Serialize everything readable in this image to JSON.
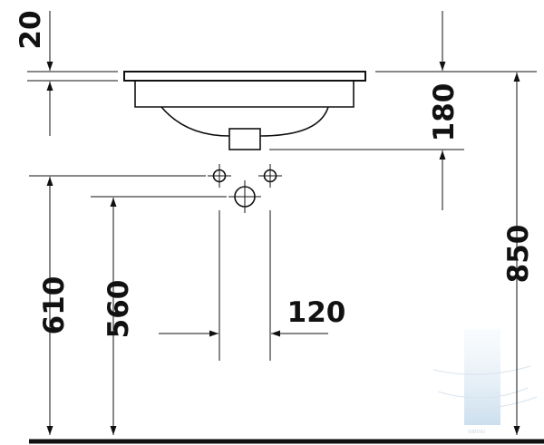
{
  "dimensions": {
    "rim_thickness": "20",
    "bowl_depth": "180",
    "total_height": "850",
    "supply_height": "610",
    "drain_height": "560",
    "tap_spacing": "120"
  },
  "colors": {
    "line": "#111111",
    "floor": "#111111",
    "background": "#ffffff"
  }
}
